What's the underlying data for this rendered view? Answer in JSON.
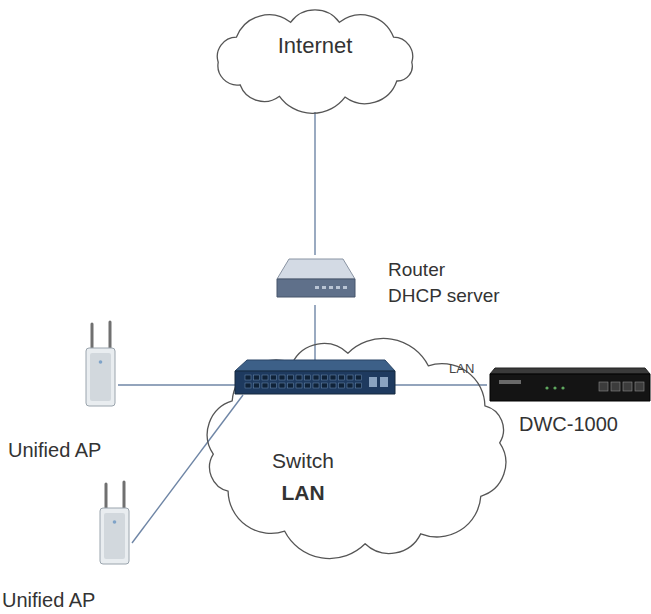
{
  "diagram": {
    "nodes": [
      {
        "text": [
          "Internet"
        ]
      },
      {
        "text": [
          "Router DHCP server"
        ]
      },
      {
        "text": [
          "Unified AP"
        ]
      },
      {
        "text": [
          "Switch",
          "LAN"
        ]
      },
      {
        "text": [
          "DWC-1000"
        ]
      },
      {
        "text": [
          "Unified AP"
        ]
      }
    ],
    "edges": [
      {
        "from": 0,
        "to": 1,
        "arrow": "none"
      },
      {
        "from": 1,
        "to": 3,
        "arrow": "none"
      },
      {
        "from": 2,
        "to": 3,
        "arrow": "none"
      },
      {
        "from": 3,
        "to": 4,
        "arrow": "none",
        "label": "LAN"
      },
      {
        "from": 5,
        "to": 3,
        "arrow": "none"
      }
    ]
  }
}
